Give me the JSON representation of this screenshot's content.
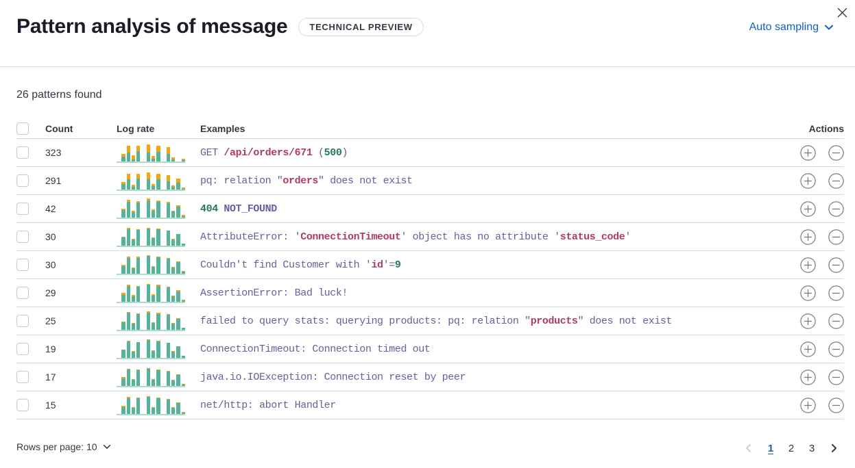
{
  "header": {
    "title": "Pattern analysis of message",
    "badge": "TECHNICAL PREVIEW",
    "sampling_label": "Auto sampling"
  },
  "summary": "26 patterns found",
  "table": {
    "columns": {
      "count": "Count",
      "log_rate": "Log rate",
      "examples": "Examples",
      "actions": "Actions"
    },
    "rows": [
      {
        "count": "323",
        "spark": [
          [
            3,
            0
          ],
          [
            30,
            13
          ],
          [
            50,
            32
          ],
          [
            15,
            20
          ],
          [
            54,
            28
          ],
          [
            3,
            0
          ],
          [
            50,
            38
          ],
          [
            20,
            12
          ],
          [
            52,
            30
          ],
          [
            3,
            0
          ],
          [
            42,
            33
          ],
          [
            16,
            10
          ],
          [
            6,
            0
          ],
          [
            12,
            6
          ]
        ],
        "example": [
          {
            "t": "GET ",
            "s": "p"
          },
          {
            "t": "/api/orders/671",
            "s": "r"
          },
          {
            "t": " (",
            "s": "p"
          },
          {
            "t": "500",
            "s": "g"
          },
          {
            "t": ")",
            "s": "p"
          }
        ]
      },
      {
        "count": "291",
        "spark": [
          [
            3,
            0
          ],
          [
            32,
            11
          ],
          [
            54,
            28
          ],
          [
            18,
            12
          ],
          [
            57,
            23
          ],
          [
            3,
            0
          ],
          [
            54,
            32
          ],
          [
            24,
            9
          ],
          [
            55,
            26
          ],
          [
            3,
            0
          ],
          [
            46,
            27
          ],
          [
            18,
            7
          ],
          [
            40,
            18
          ],
          [
            10,
            5
          ]
        ],
        "example": [
          {
            "t": "pq: relation \"",
            "s": "p"
          },
          {
            "t": "orders",
            "s": "r"
          },
          {
            "t": "\" does not exist",
            "s": "p"
          }
        ]
      },
      {
        "count": "42",
        "spark": [
          [
            3,
            0
          ],
          [
            42,
            7
          ],
          [
            80,
            9
          ],
          [
            33,
            6
          ],
          [
            78,
            5
          ],
          [
            3,
            0
          ],
          [
            86,
            10
          ],
          [
            39,
            5
          ],
          [
            82,
            6
          ],
          [
            3,
            0
          ],
          [
            74,
            7
          ],
          [
            35,
            5
          ],
          [
            58,
            8
          ],
          [
            14,
            6
          ]
        ],
        "example": [
          {
            "t": "404",
            "s": "g"
          },
          {
            "t": " ",
            "s": "p"
          },
          {
            "t": "NOT_FOUND",
            "s": "pb"
          }
        ]
      },
      {
        "count": "30",
        "spark": [
          [
            3,
            0
          ],
          [
            44,
            4
          ],
          [
            84,
            5
          ],
          [
            35,
            3
          ],
          [
            80,
            3
          ],
          [
            3,
            0
          ],
          [
            88,
            4
          ],
          [
            41,
            3
          ],
          [
            84,
            3
          ],
          [
            3,
            0
          ],
          [
            76,
            3
          ],
          [
            37,
            3
          ],
          [
            60,
            3
          ],
          [
            15,
            2
          ]
        ],
        "example": [
          {
            "t": "AttributeError: '",
            "s": "p"
          },
          {
            "t": "ConnectionTimeout",
            "s": "r"
          },
          {
            "t": "' object has no attribute '",
            "s": "p"
          },
          {
            "t": "status_code",
            "s": "r"
          },
          {
            "t": "'",
            "s": "p"
          }
        ]
      },
      {
        "count": "30",
        "spark": [
          [
            3,
            0
          ],
          [
            43,
            5
          ],
          [
            82,
            6
          ],
          [
            34,
            3
          ],
          [
            82,
            4
          ],
          [
            3,
            0
          ],
          [
            90,
            5
          ],
          [
            39,
            3
          ],
          [
            84,
            4
          ],
          [
            3,
            0
          ],
          [
            76,
            4
          ],
          [
            35,
            4
          ],
          [
            60,
            4
          ],
          [
            15,
            3
          ]
        ],
        "example": [
          {
            "t": "Couldn't find Customer with '",
            "s": "p"
          },
          {
            "t": "id",
            "s": "r"
          },
          {
            "t": "'=",
            "s": "p"
          },
          {
            "t": "9",
            "s": "g"
          }
        ]
      },
      {
        "count": "29",
        "spark": [
          [
            3,
            0
          ],
          [
            40,
            8
          ],
          [
            82,
            5
          ],
          [
            33,
            6
          ],
          [
            78,
            4
          ],
          [
            3,
            0
          ],
          [
            86,
            5
          ],
          [
            37,
            4
          ],
          [
            82,
            4
          ],
          [
            3,
            0
          ],
          [
            74,
            4
          ],
          [
            33,
            3
          ],
          [
            56,
            4
          ],
          [
            13,
            3
          ]
        ],
        "example": [
          {
            "t": "AssertionError: Bad luck!",
            "s": "p"
          }
        ]
      },
      {
        "count": "25",
        "spark": [
          [
            3,
            0
          ],
          [
            42,
            4
          ],
          [
            86,
            3
          ],
          [
            35,
            5
          ],
          [
            80,
            4
          ],
          [
            3,
            0
          ],
          [
            88,
            5
          ],
          [
            39,
            4
          ],
          [
            82,
            4
          ],
          [
            3,
            0
          ],
          [
            76,
            4
          ],
          [
            35,
            3
          ],
          [
            58,
            3
          ],
          [
            15,
            2
          ]
        ],
        "example": [
          {
            "t": "failed to query stats: querying products: pq: relation \"",
            "s": "p"
          },
          {
            "t": "products",
            "s": "r"
          },
          {
            "t": "\" does not exist",
            "s": "p"
          }
        ]
      },
      {
        "count": "19",
        "spark": [
          [
            3,
            0
          ],
          [
            44,
            3
          ],
          [
            84,
            3
          ],
          [
            37,
            2
          ],
          [
            80,
            2
          ],
          [
            3,
            0
          ],
          [
            90,
            3
          ],
          [
            39,
            2
          ],
          [
            84,
            2
          ],
          [
            3,
            0
          ],
          [
            76,
            3
          ],
          [
            35,
            3
          ],
          [
            60,
            3
          ],
          [
            15,
            2
          ]
        ],
        "example": [
          {
            "t": "ConnectionTimeout: Connection timed out",
            "s": "p"
          }
        ]
      },
      {
        "count": "17",
        "spark": [
          [
            3,
            0
          ],
          [
            42,
            5
          ],
          [
            84,
            4
          ],
          [
            35,
            3
          ],
          [
            80,
            3
          ],
          [
            3,
            0
          ],
          [
            88,
            4
          ],
          [
            37,
            3
          ],
          [
            82,
            3
          ],
          [
            3,
            0
          ],
          [
            74,
            4
          ],
          [
            33,
            3
          ],
          [
            58,
            4
          ],
          [
            13,
            3
          ]
        ],
        "example": [
          {
            "t": "java.io.IOException: Connection reset by peer",
            "s": "p"
          }
        ]
      },
      {
        "count": "15",
        "spark": [
          [
            3,
            0
          ],
          [
            40,
            6
          ],
          [
            82,
            5
          ],
          [
            35,
            3
          ],
          [
            80,
            3
          ],
          [
            3,
            0
          ],
          [
            86,
            5
          ],
          [
            37,
            3
          ],
          [
            82,
            3
          ],
          [
            3,
            0
          ],
          [
            74,
            4
          ],
          [
            35,
            3
          ],
          [
            58,
            4
          ],
          [
            13,
            3
          ]
        ],
        "example": [
          {
            "t": "net/http: abort Handler",
            "s": "p"
          }
        ]
      }
    ]
  },
  "footer": {
    "rows_per_page_label": "Rows per page: 10",
    "pagination": {
      "pages": [
        "1",
        "2",
        "3"
      ],
      "active": "1"
    }
  },
  "colors": {
    "spark_teal": "#54B399",
    "spark_orange": "#F7A50C",
    "spark_baseline": "#abdcc9",
    "token_static": "#6F5B9B",
    "token_variable": "#AF3D5B",
    "token_number": "#217A60",
    "link_blue": "#0C61C7",
    "divider": "#d3dae6",
    "text": "#343741"
  }
}
